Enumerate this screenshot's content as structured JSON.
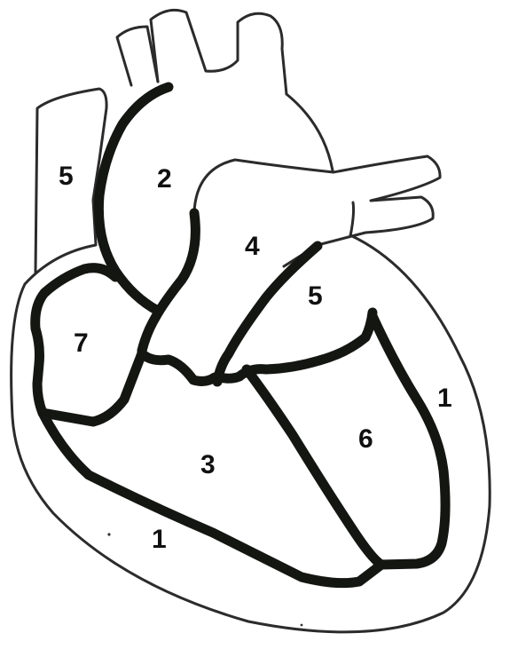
{
  "diagram": {
    "subject": "heart",
    "labels": [
      {
        "key": "l1a",
        "text": "1"
      },
      {
        "key": "l1b",
        "text": "1"
      },
      {
        "key": "l2",
        "text": "2"
      },
      {
        "key": "l3",
        "text": "3"
      },
      {
        "key": "l4",
        "text": "4"
      },
      {
        "key": "l5a",
        "text": "5"
      },
      {
        "key": "l5b",
        "text": "5"
      },
      {
        "key": "l6",
        "text": "6"
      },
      {
        "key": "l7",
        "text": "7"
      }
    ]
  }
}
